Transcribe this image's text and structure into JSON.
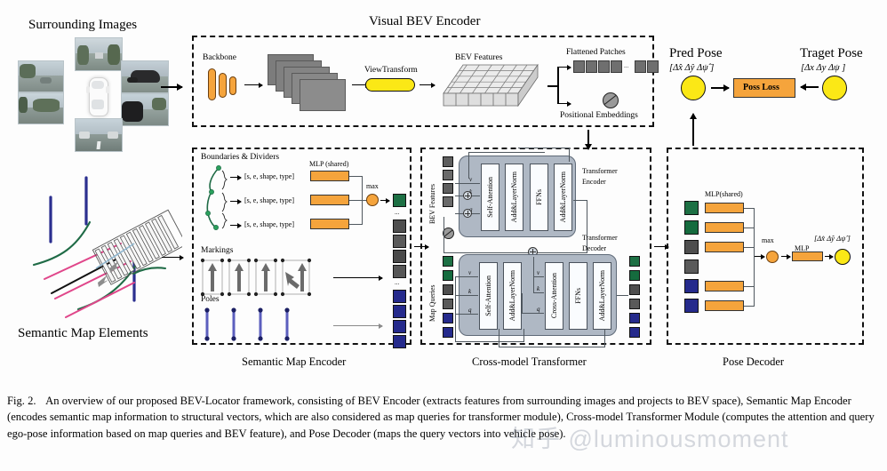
{
  "figure": {
    "caption_label": "Fig. 2.",
    "caption_text": "An overview of our proposed BEV-Locator framework, consisting of BEV Encoder (extracts features from surrounding images and projects to BEV space), Semantic Map Encoder (encodes semantic map information to structural vectors, which are also considered as map queries for transformer module), Cross-model Transformer Module (computes the attention and query ego-pose information based on map queries and BEV feature), and Pose Decoder (maps the query vectors into vehicle pose).",
    "watermark": "知乎 @luminousmoment"
  },
  "headings": {
    "surrounding_images": "Surrounding Images",
    "visual_bev_encoder": "Visual BEV Encoder",
    "semantic_map_elements": "Semantic Map Elements",
    "semantic_map_encoder": "Semantic Map Encoder",
    "cross_model_transformer": "Cross-model Transformer",
    "pose_decoder": "Pose Decoder",
    "pred_pose": "Pred Pose",
    "target_pose": "Traget Pose"
  },
  "bev_encoder": {
    "backbone_label": "Backbone",
    "view_transform_label": "ViewTransform",
    "bev_features_label": "BEV  Features",
    "flattened_patches_label": "Flattened Patches",
    "positional_embeddings_label": "Positional Embeddings",
    "ellipsis": "..."
  },
  "pose_loss": {
    "loss_label": "Poss Loss",
    "pred_vector": "[Δx̂   Δŷ   Δψ̂ ]",
    "target_vector": "[Δx   Δy   Δψ ]"
  },
  "map_encoder": {
    "boundaries_dividers_label": "Boundaries & Dividers",
    "mlp_shared_label": "MLP (shared)",
    "max_label": "max",
    "markings_label": "Markings",
    "poles_label": "Poles",
    "vector_label": "[s, e, shape, type]",
    "vector_rows": [
      "[s, e, shape, type]",
      "[s, e, shape, type]",
      "[s, e, shape, type]"
    ],
    "ellipsis": "...",
    "token_colors": {
      "boundary": "#1D7044",
      "marking": "#4a4a4a",
      "pole": "#252A8C"
    }
  },
  "transformer": {
    "bev_features_label": "BEV Features",
    "map_queries_label": "Map Queries",
    "encoder_label_line1": "Transformer",
    "encoder_label_line2": "Encoder",
    "decoder_label_line1": "Transformer",
    "decoder_label_line2": "Decoder",
    "encoder_blocks": [
      "Self-Attention",
      "Add&LayerNorm",
      "FFNs",
      "Add&LayerNorm"
    ],
    "decoder_blocks": [
      "Self-Attention",
      "Add&LayerNorm",
      "Cross-Attention",
      "FFNs",
      "Add&LayerNorm"
    ],
    "qkv": {
      "v": "v",
      "k": "k",
      "q": "q"
    }
  },
  "pose_decoder": {
    "mlp_shared_label": "MLP(shared)",
    "max_label": "max",
    "mlp_label": "MLP",
    "output_vector": "[Δx̂    Δŷ     Δψ̂ ]"
  },
  "colors": {
    "orange": "#F5A43C",
    "yellow": "#FBE816",
    "green_token": "#1D7044",
    "blue_token": "#252A8C",
    "gray_token": "#4a4a4a",
    "transformer_panel": "#AFB8C4",
    "dashed_border": "#111111"
  }
}
